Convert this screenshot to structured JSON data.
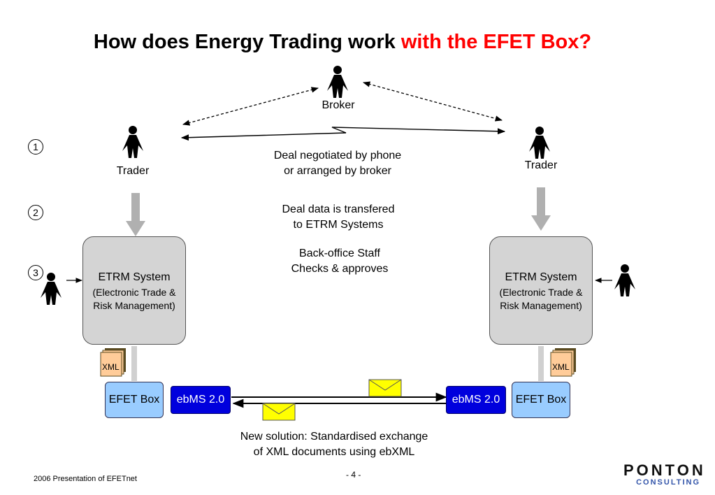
{
  "title": {
    "main": "How does Energy Trading work ",
    "highlight": "with the EFET Box?"
  },
  "actors": {
    "broker": "Broker",
    "trader_left": "Trader",
    "trader_right": "Trader"
  },
  "steps": [
    "1",
    "2",
    "3"
  ],
  "notes": {
    "deal_line1": "Deal negotiated by phone",
    "deal_line2": "or arranged by broker",
    "transfer_line1": "Deal data is transfered",
    "transfer_line2": "to ETRM Systems",
    "backoffice_line1": "Back-office Staff",
    "backoffice_line2": "Checks & approves"
  },
  "etrm": {
    "title": "ETRM System",
    "sub_line1": "(Electronic Trade &",
    "sub_line2": "Risk Management)"
  },
  "doc_label": "XML",
  "efet_box": "EFET Box",
  "ebms": "ebMS 2.0",
  "solution": {
    "line1": "New solution: Standardised exchange",
    "line2": "of XML documents using ebXML"
  },
  "footer": {
    "left": "2006 Presentation of EFETnet",
    "page": "- 4 -"
  },
  "logo": {
    "line1": "PONTON",
    "line2": "CONSULTING"
  },
  "colors": {
    "accent_red": "#ff0000",
    "etrm_gray": "#d4d4d4",
    "efet_blue": "#99ccff",
    "ebms_blue": "#0000dd",
    "envelope_yellow": "#ffff00",
    "doc_tan": "#ffcc99"
  }
}
